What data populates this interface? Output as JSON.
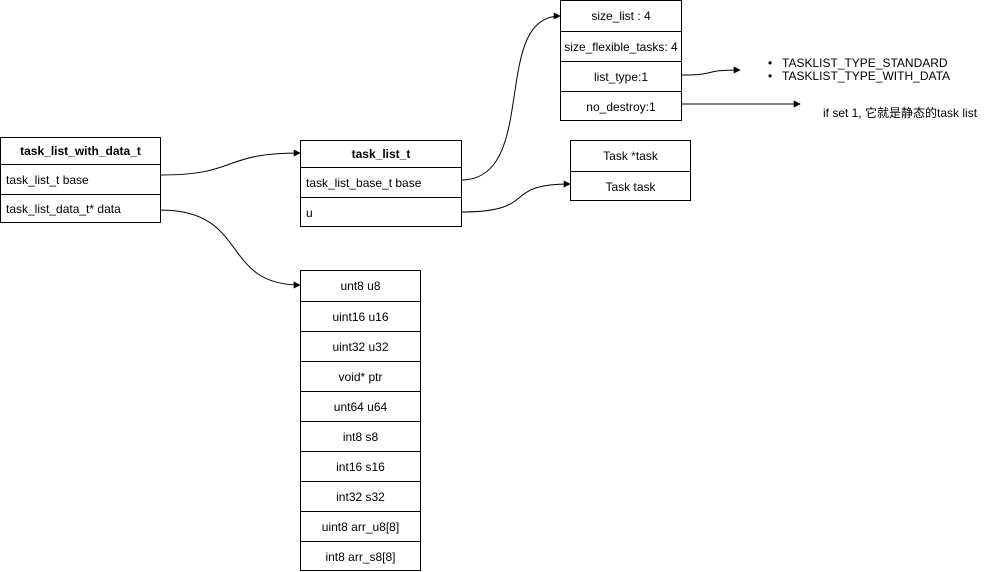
{
  "task_list_with_data": {
    "title": "task_list_with_data_t",
    "fields": [
      "task_list_t    base",
      "task_list_data_t* data"
    ]
  },
  "task_list": {
    "title": "task_list_t",
    "fields": [
      "task_list_base_t    base",
      "u"
    ]
  },
  "task_list_base": {
    "fields": [
      "size_list : 4",
      "size_flexible_tasks: 4",
      "list_type:1",
      "no_destroy:1"
    ]
  },
  "task_union": {
    "fields": [
      "Task *task",
      "Task task"
    ]
  },
  "task_list_data": {
    "fields": [
      "unt8 u8",
      "uint16 u16",
      "uint32 u32",
      "void* ptr",
      "unt64 u64",
      "int8 s8",
      "int16 s16",
      "int32 s32",
      "uint8 arr_u8[8]",
      "int8 arr_s8[8]"
    ]
  },
  "list_type_values": [
    "TASKLIST_TYPE_STANDARD",
    "TASKLIST_TYPE_WITH_DATA"
  ],
  "no_destroy_note": "if set 1, 它就是静态的task list"
}
